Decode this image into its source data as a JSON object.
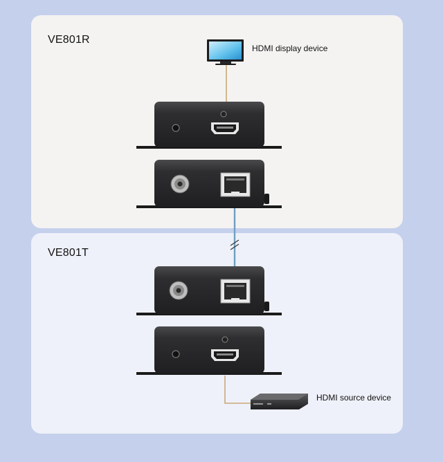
{
  "receiver": {
    "title": "VE801R",
    "display_label": "HDMI display device"
  },
  "transmitter": {
    "title": "VE801T",
    "source_label": "HDMI source device"
  },
  "colors": {
    "background": "#c5d0ec",
    "panel_top": "#f4f3f2",
    "panel_bottom": "#eef1f9",
    "device_body": "#2c2c2e",
    "hdmi_cable": "#c9a878",
    "ethernet_cable": "#6f9fc0"
  },
  "icons": {
    "display": "monitor-icon",
    "source": "media-player-icon",
    "extender_unit": "hdmi-extender-icon"
  }
}
